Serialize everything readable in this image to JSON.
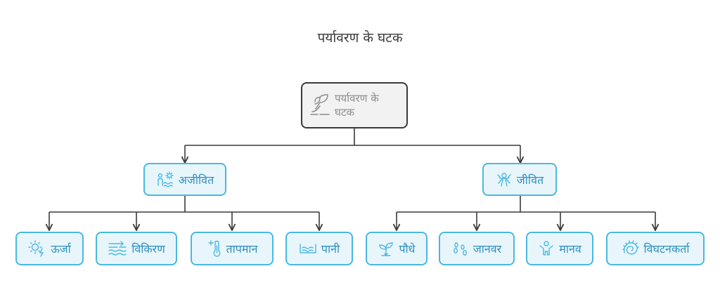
{
  "title": "पर्यावरण के घटक",
  "colors": {
    "accent": "#4ab8e2",
    "accent_text": "#2d8fc0",
    "accent_fill": "#e8f6fc",
    "root_border": "#3a3a3a",
    "root_fill": "#f2f2f2",
    "root_text": "#8c8c8c",
    "connector": "#3a3a3a"
  },
  "root": {
    "label_line1": "पर्यावरण के",
    "label_line2": "घटक",
    "icon": "plant-leaf-icon"
  },
  "abiotic": {
    "label": "अजीवित",
    "icon": "person-sun-water-icon",
    "children": [
      {
        "label": "ऊर्जा",
        "icon": "sun-energy-icon"
      },
      {
        "label": "विकिरण",
        "icon": "radiation-waves-icon"
      },
      {
        "label": "तापमान",
        "icon": "thermometer-icon"
      },
      {
        "label": "पानी",
        "icon": "water-waves-icon"
      }
    ]
  },
  "biotic": {
    "label": "जीवित",
    "icon": "organism-icon",
    "children": [
      {
        "label": "पौधे",
        "icon": "sprout-icon"
      },
      {
        "label": "जानवर",
        "icon": "paw-prints-icon"
      },
      {
        "label": "मानव",
        "icon": "human-icon"
      },
      {
        "label": "विघटनकर्ता",
        "icon": "decomposer-icon"
      }
    ]
  }
}
